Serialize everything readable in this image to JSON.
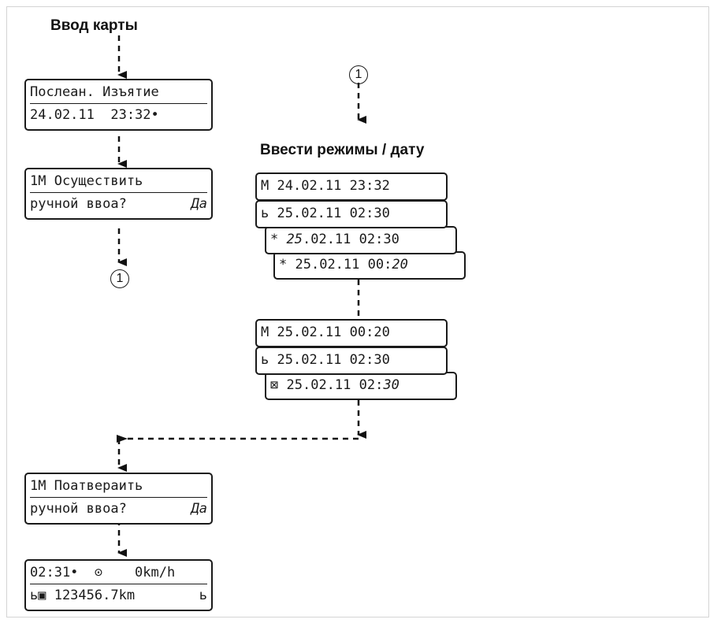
{
  "headings": {
    "card_insert": "Ввод карты",
    "enter_modes": "Ввести режимы / дату"
  },
  "markers": {
    "step_one": "1"
  },
  "screens": {
    "last_withdrawal": {
      "line1": "Послеан. Изъятие",
      "line2": "24.02.11  23:32•"
    },
    "confirm_manual": {
      "line1": "1M Осуществить",
      "line2": "ручной ввоа?",
      "answer": "Да"
    },
    "mode_group_1": [
      {
        "prefix": "M",
        "date": "24.02.11",
        "time": "23:32"
      },
      {
        "prefix": "ь",
        "date": "25.02.11",
        "time": "02:30"
      },
      {
        "prefix": "*",
        "date_day": "25",
        "date_rest": ".02.11",
        "time": "02:30"
      },
      {
        "prefix": "*",
        "date": "25.02.11",
        "time_prefix": "00:",
        "time_suffix": "20"
      }
    ],
    "mode_group_2": [
      {
        "prefix": "M",
        "date": "25.02.11",
        "time": "00:20"
      },
      {
        "prefix": "ь",
        "date": "25.02.11",
        "time": "02:30"
      },
      {
        "prefix": "⊠",
        "date": "25.02.11",
        "time_prefix": "02:",
        "time_suffix": "30"
      }
    ],
    "confirm_entry": {
      "line1": "1M Поатвераить",
      "line2": "ручной ввоа?",
      "answer": "Да"
    },
    "standard_display": {
      "line1": "02:31•  ⊙    0km/h",
      "line2_left": "ь▣ 123456.7km",
      "line2_right": "ь"
    }
  }
}
